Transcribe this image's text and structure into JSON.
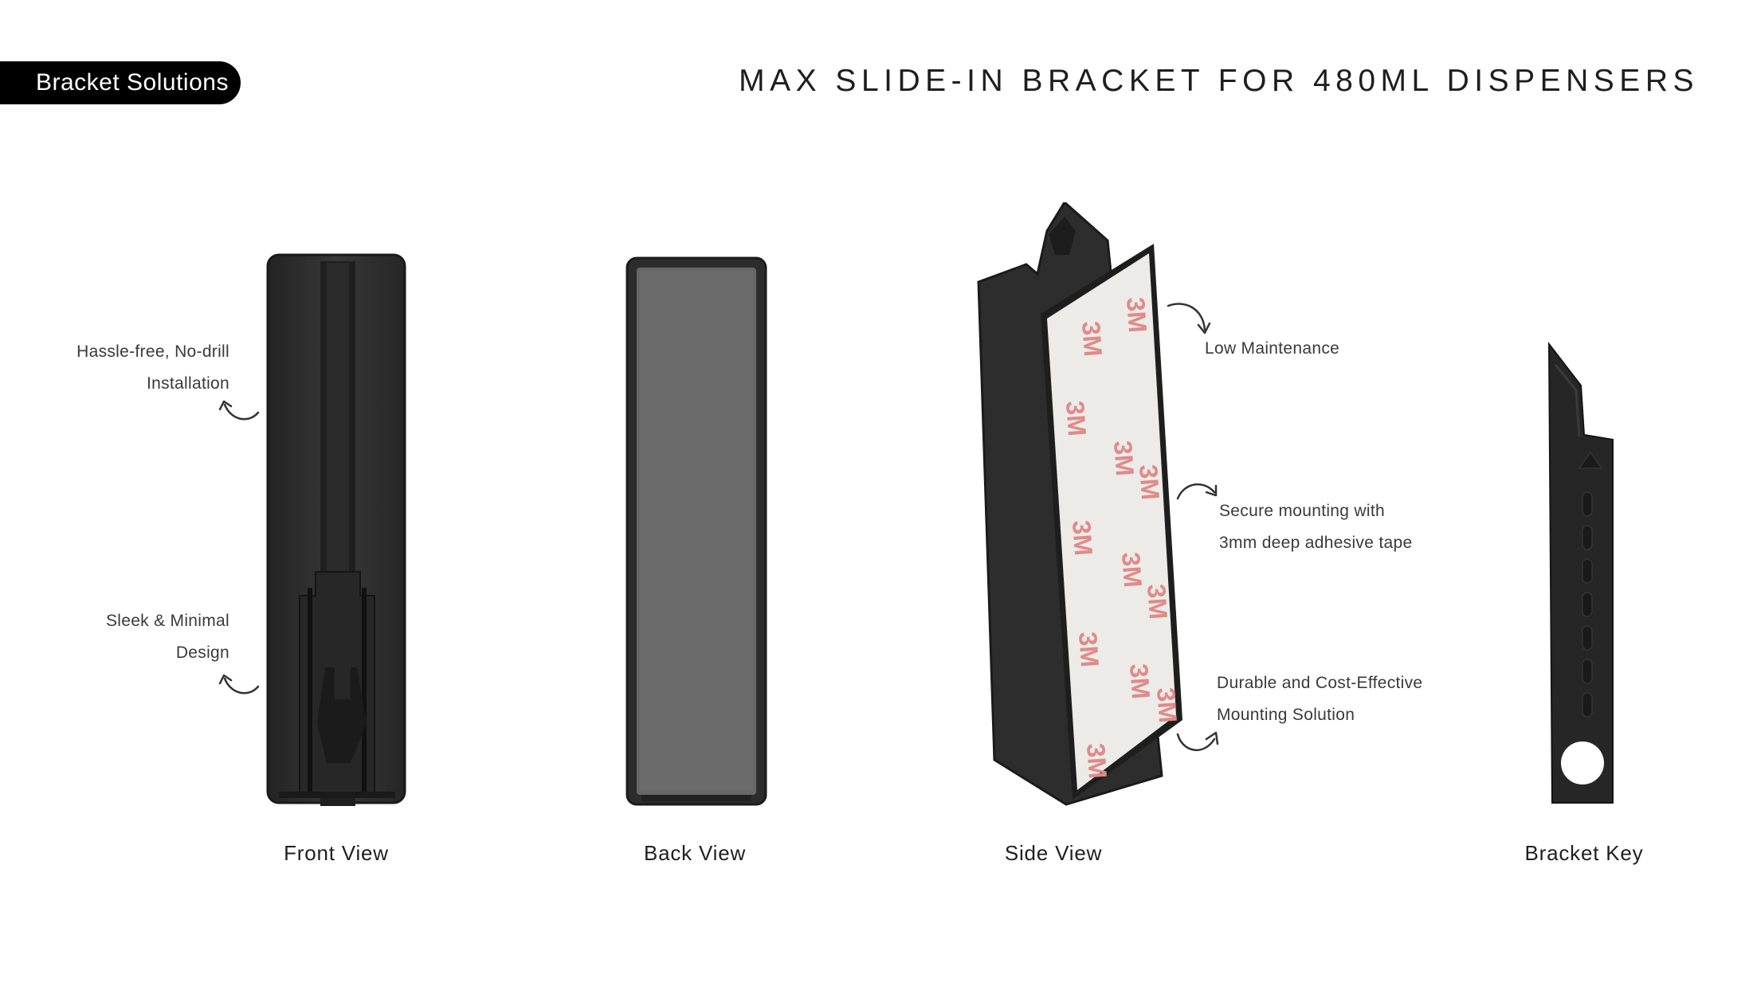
{
  "badge": "Bracket Solutions",
  "title": "MAX SLIDE-IN BRACKET FOR 480ML DISPENSERS",
  "features": {
    "install_line1": "Hassle-free, No-drill",
    "install_line2": "Installation",
    "design_line1": "Sleek & Minimal",
    "design_line2": "Design",
    "maintenance": "Low Maintenance",
    "mount_line1": "Secure mounting with",
    "mount_line2": "3mm deep adhesive tape",
    "durable_line1": "Durable and Cost-Effective",
    "durable_line2": "Mounting Solution"
  },
  "views": {
    "front": "Front View",
    "back": "Back View",
    "side": "Side View",
    "key": "Bracket Key"
  },
  "tape_logo": "3M",
  "colors": {
    "bracket": "#2e2e2e",
    "back_panel": "#666666",
    "tape": "#ecebe8",
    "tape_logo": "#e08a8a"
  }
}
